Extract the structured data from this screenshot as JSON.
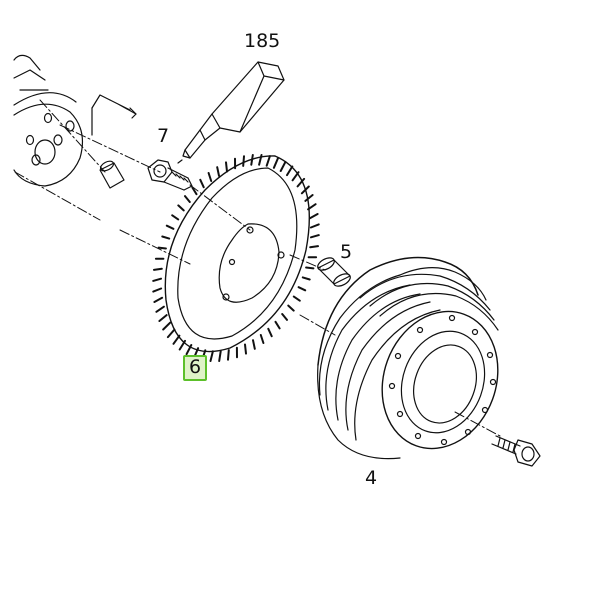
{
  "callouts": {
    "sealant": "185",
    "bolt": "7",
    "sleeve": "5",
    "pulley": "4",
    "toothed_wheel": "6"
  },
  "highlight_color": "#5cc02a"
}
